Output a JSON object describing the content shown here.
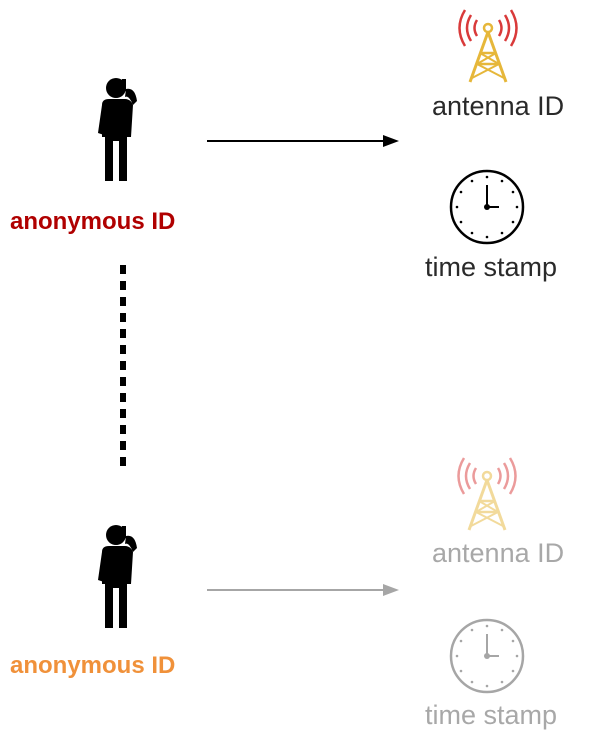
{
  "top": {
    "person_label": "anonymous ID",
    "antenna_label": "antenna ID",
    "time_label": "time stamp"
  },
  "bottom": {
    "person_label": "anonymous ID",
    "antenna_label": "antenna ID",
    "time_label": "time stamp"
  },
  "colors": {
    "top_person_label": "#b00000",
    "bottom_person_label": "#f0913a",
    "top_text": "#2a2a2a",
    "bottom_text": "#a8a8a8",
    "antenna_waves": "#d93a3a",
    "antenna_tower": "#e6b73a",
    "arrow_top": "#000000",
    "arrow_bottom": "#a6a6a6"
  },
  "icons": [
    "person-phone-icon",
    "antenna-icon",
    "clock-icon",
    "arrow-icon",
    "dotted-connector"
  ]
}
